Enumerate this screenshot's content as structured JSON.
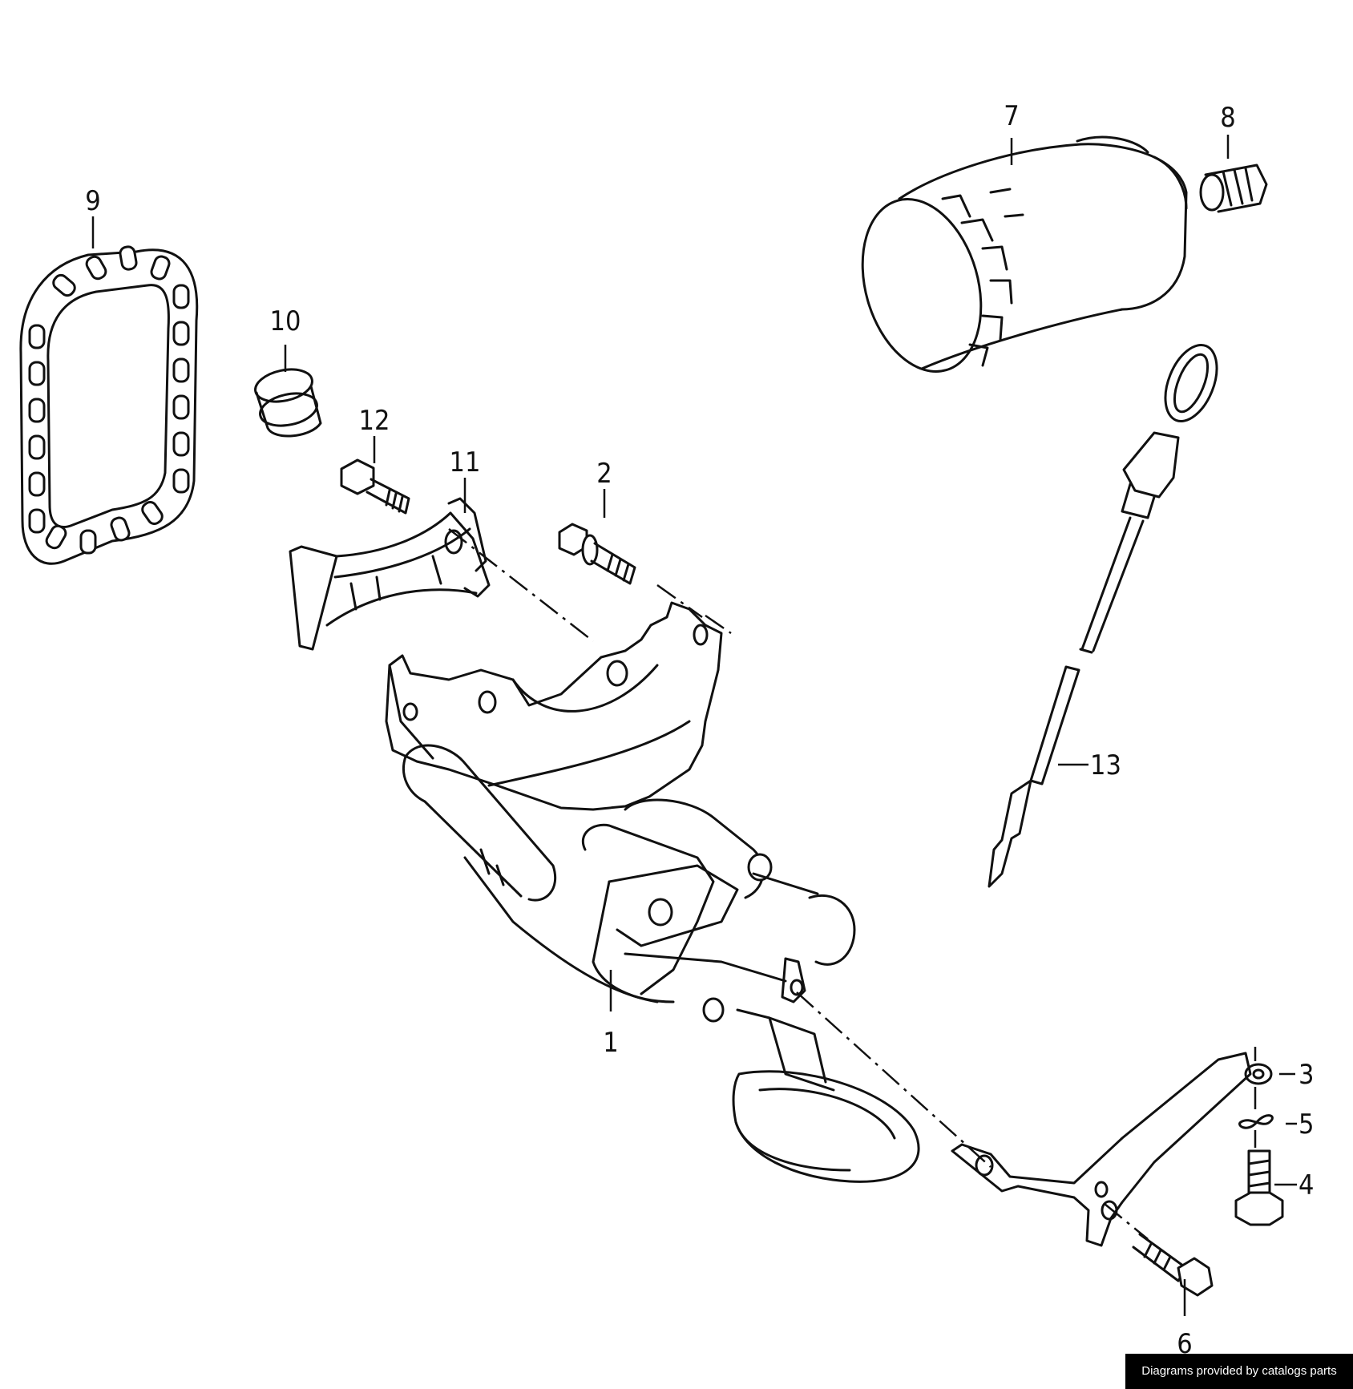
{
  "callouts": {
    "p1": "1",
    "p2": "2",
    "p3": "3",
    "p4": "4",
    "p5": "5",
    "p6": "6",
    "p7": "7",
    "p8": "8",
    "p9": "9",
    "p10": "10",
    "p11": "11",
    "p12": "12",
    "p13": "13"
  },
  "credit": "Diagrams provided by catalogs parts",
  "colors": {
    "line": "#111111",
    "background": "#ffffff",
    "credit_background": "#000000",
    "credit_text": "#ffffff"
  }
}
